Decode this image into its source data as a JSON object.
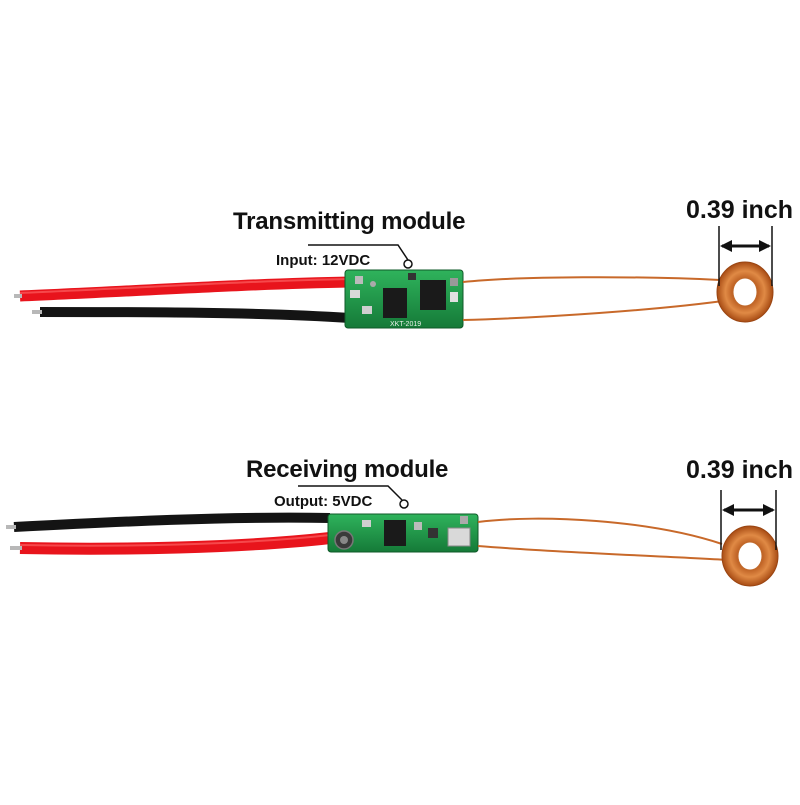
{
  "transmitter": {
    "title": "Transmitting module",
    "spec": "Input: 12VDC",
    "coil_diameter": "0.39 inch",
    "board_marking": "XKT-2019"
  },
  "receiver": {
    "title": "Receiving module",
    "spec": "Output: 5VDC",
    "coil_diameter": "0.39 inch"
  },
  "colors": {
    "background": "#ffffff",
    "pcb": "#1f9a4a",
    "red_wire": "#e8141c",
    "black_wire": "#141414",
    "copper": "#c8692a",
    "text": "#111111"
  }
}
